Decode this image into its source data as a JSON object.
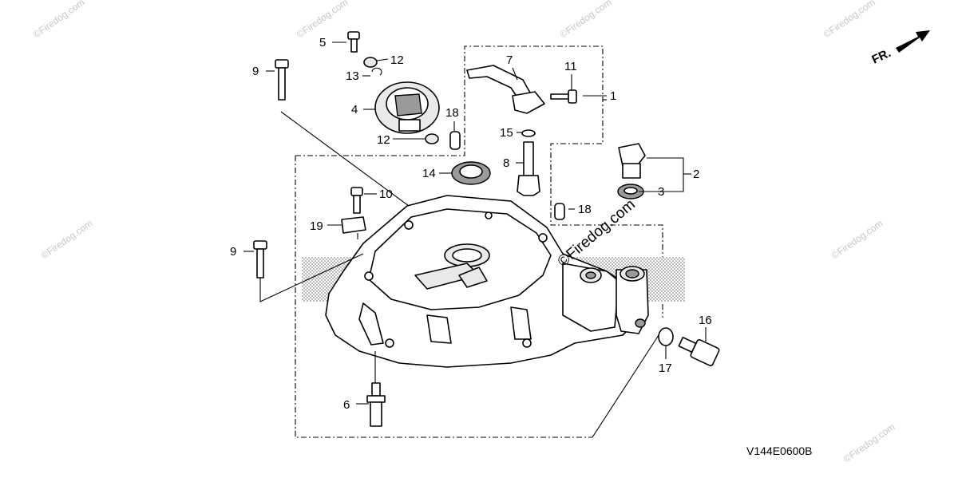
{
  "watermark": {
    "text": "©Firedog.com",
    "center_text": "©Firedog.com"
  },
  "direction": {
    "label": "FR."
  },
  "diagram_code": "V144E0600B",
  "callouts": {
    "c1": "1",
    "c2": "2",
    "c3": "3",
    "c4": "4",
    "c5": "5",
    "c6": "6",
    "c7": "7",
    "c8": "8",
    "c9a": "9",
    "c9b": "9",
    "c10": "10",
    "c11": "11",
    "c12a": "12",
    "c12b": "12",
    "c13": "13",
    "c14": "14",
    "c15": "15",
    "c16": "16",
    "c17": "17",
    "c18a": "18",
    "c18b": "18",
    "c19": "19"
  },
  "colors": {
    "line": "#000000",
    "watermark": "#c7c7c7",
    "shade": "#9a9a9a"
  },
  "icons": [
    "front-direction-arrow-icon"
  ]
}
